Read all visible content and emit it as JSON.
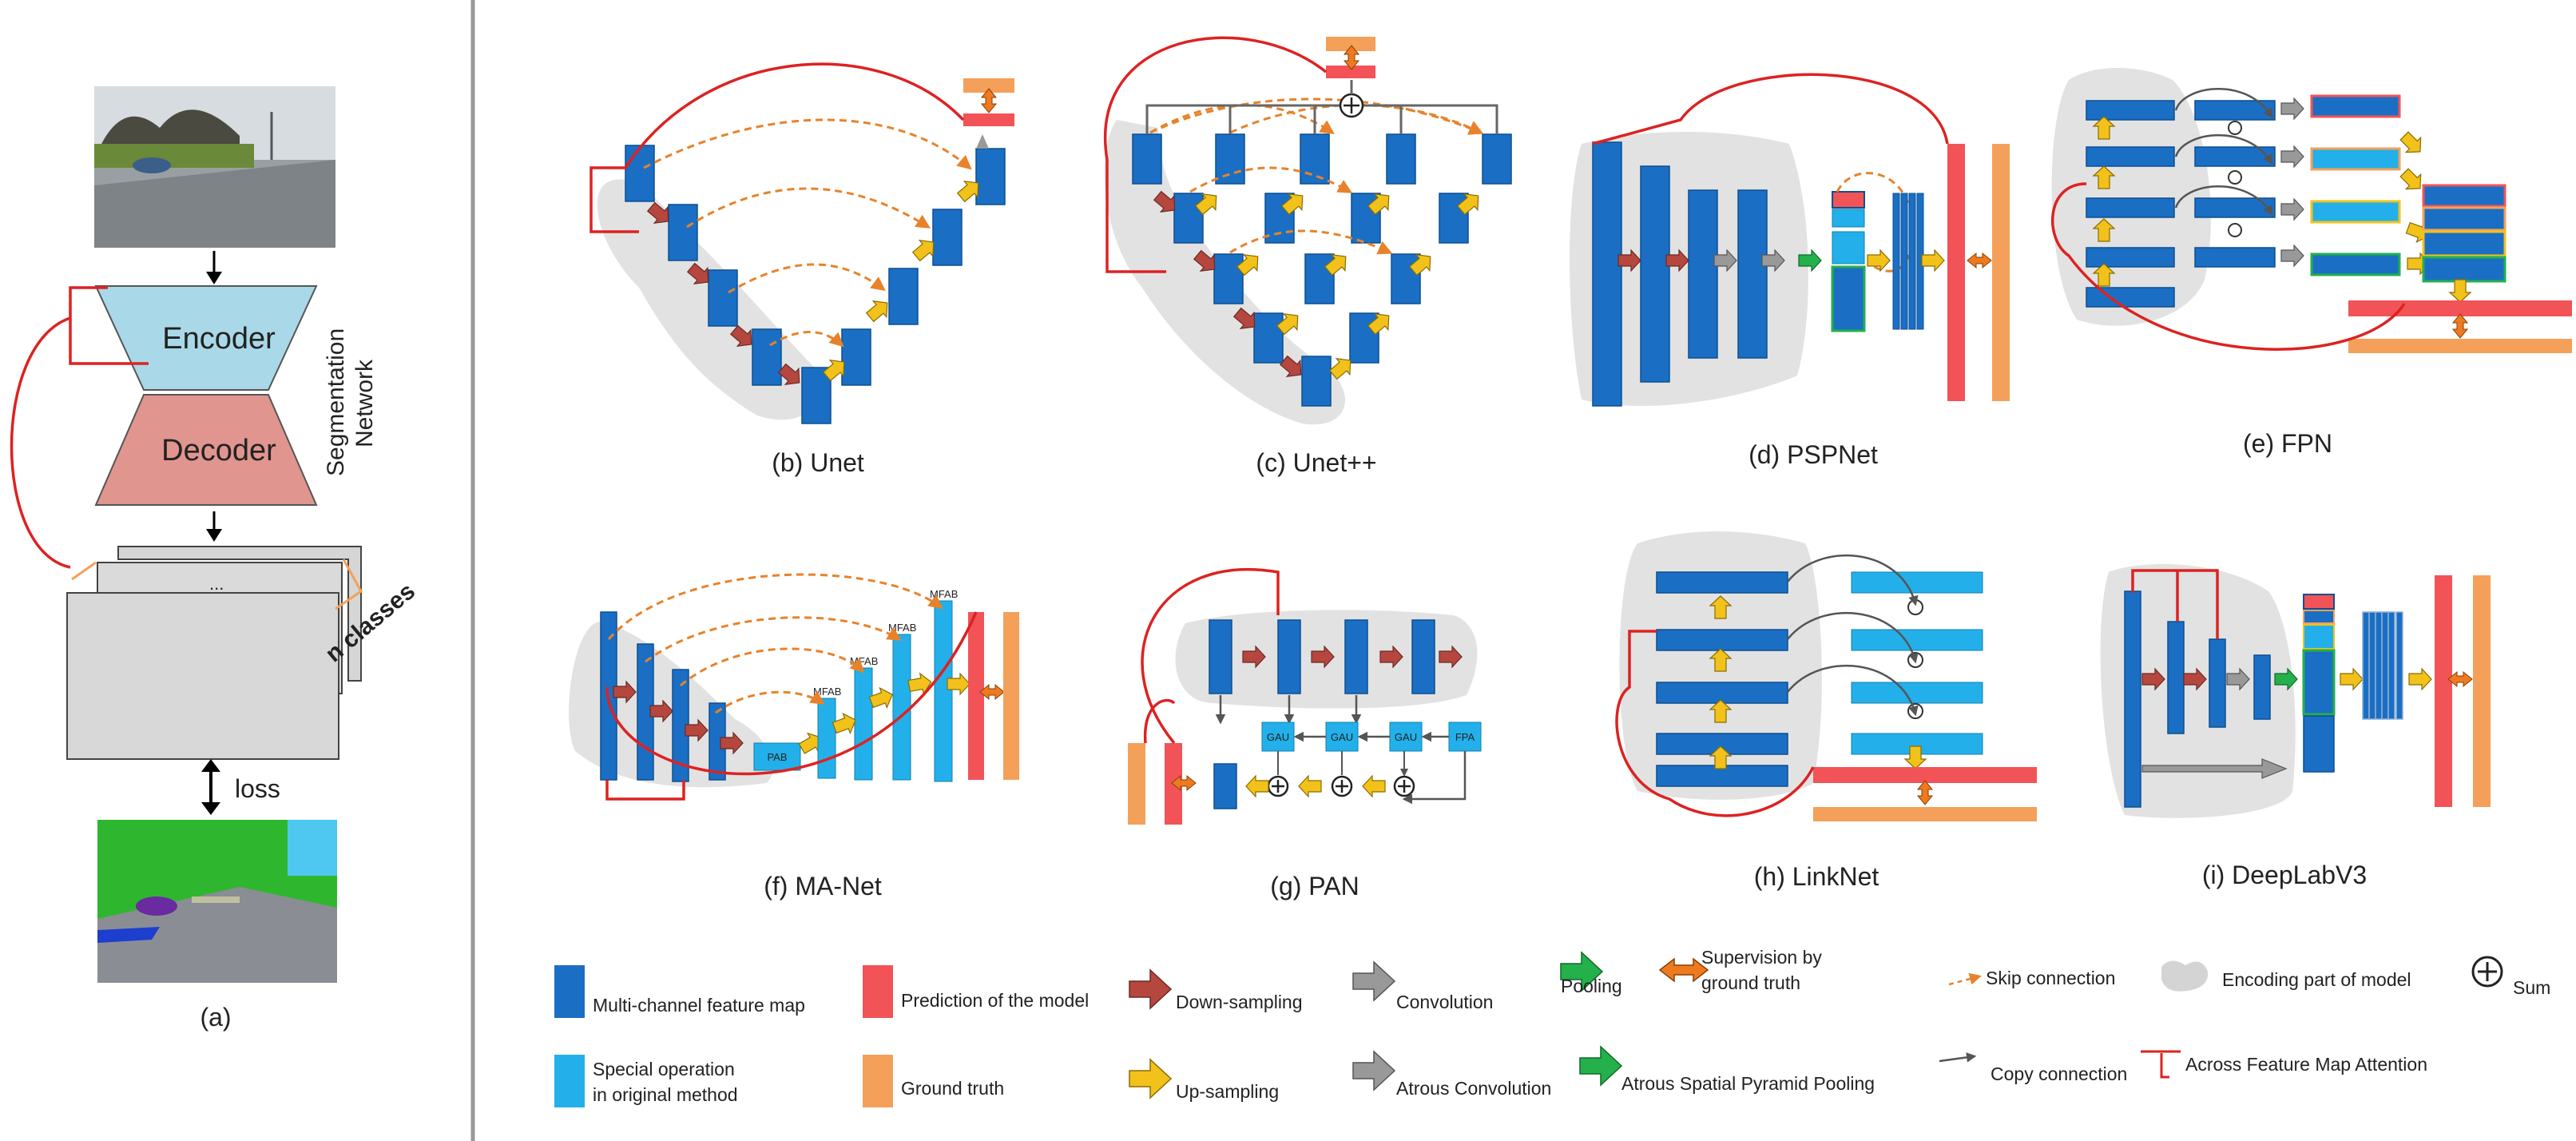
{
  "panel_a": {
    "encoder_label": "Encoder",
    "decoder_label": "Decoder",
    "network_label_1": "Segmentation",
    "network_label_2": "Network",
    "ellipsis": "...",
    "classes_label": "n classes",
    "loss_label": "loss",
    "caption": "(a)"
  },
  "captions": {
    "unet": "(b) Unet",
    "unetpp": "(c) Unet++",
    "pspnet": "(d) PSPNet",
    "fpn": "(e) FPN",
    "manet": "(f) MA-Net",
    "pan": "(g) PAN",
    "linknet": "(h) LinkNet",
    "deeplab": "(i) DeepLabV3"
  },
  "module_labels": {
    "mfab": "MFAB",
    "pab": "PAB",
    "gau": "GAU",
    "fpa": "FPA"
  },
  "legend": {
    "feature_map": "Multi-channel feature map",
    "special_op_1": "Special operation",
    "special_op_2": "in original method",
    "prediction": "Prediction of the model",
    "ground_truth": "Ground truth",
    "down_sampling": "Down-sampling",
    "up_sampling": "Up-sampling",
    "convolution": "Convolution",
    "atrous_conv": "Atrous Convolution",
    "pooling": "Pooling",
    "aspp": "Atrous Spatial Pyramid Pooling",
    "supervision_1": "Supervision by",
    "supervision_2": "ground truth",
    "copy": "Copy connection",
    "skip": "Skip connection",
    "encoding": "Encoding part of model",
    "attention": "Across Feature Map Attention",
    "sum": "Sum"
  },
  "colors": {
    "feature_map": "#1a6fc4",
    "special_op": "#23b0ea",
    "prediction": "#f25357",
    "ground_truth": "#f4a05a",
    "down_arrow": "#b5473f",
    "up_arrow": "#f2c21b",
    "conv_arrow": "#999999",
    "pool_arrow": "#24b04b",
    "supervision": "#ee7a20",
    "skip": "#e8822a",
    "encoding_bg": "#e2e2e2",
    "attention": "#dd2222",
    "encoder_fill": "#a9d9e8",
    "decoder_fill": "#e0958f"
  }
}
